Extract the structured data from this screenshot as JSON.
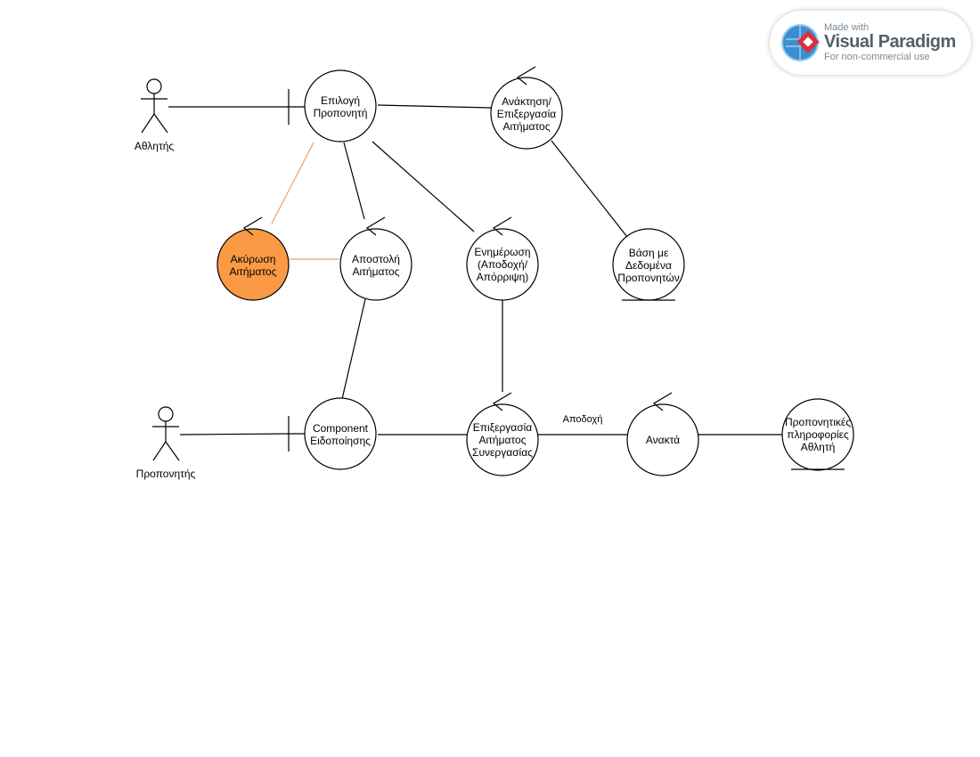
{
  "actors": {
    "athlete": "Αθλητής",
    "coach": "Προπονητής"
  },
  "boundaries": {
    "select_coach": [
      "Επιλογή",
      "Προπονητή"
    ],
    "notification": [
      "Component",
      "Ειδοποίησης"
    ]
  },
  "controls": {
    "retrieve_process": [
      "Ανάκτηση/",
      "Επιξεργασία",
      "Αιτήματος"
    ],
    "cancel_request": [
      "Ακύρωση",
      "Αιτήματος"
    ],
    "send_request": [
      "Αποστολή",
      "Αιτήματος"
    ],
    "update": [
      "Ενημέρωση",
      "(Αποδοχή/",
      "Απόρριψη)"
    ],
    "process_cooperation": [
      "Επιξεργασία",
      "Αιτήματος",
      "Συνεργασίας"
    ],
    "retrievable": [
      "Ανακτά"
    ]
  },
  "entities": {
    "coach_db": [
      "Βάση με",
      "Δεδομένα",
      "Προπονητών"
    ],
    "training_info": [
      "Προπονητικές",
      "πληροφορίες",
      "Αθλητή"
    ]
  },
  "edge_labels": {
    "accept": "Αποδοχή"
  },
  "colors": {
    "highlight_fill": "#fb9a45",
    "highlight_edge": "#f0a060",
    "stroke": "#000000"
  },
  "watermark": {
    "made_with": "Made with",
    "brand": "Visual Paradigm",
    "note": "For non-commercial use"
  }
}
